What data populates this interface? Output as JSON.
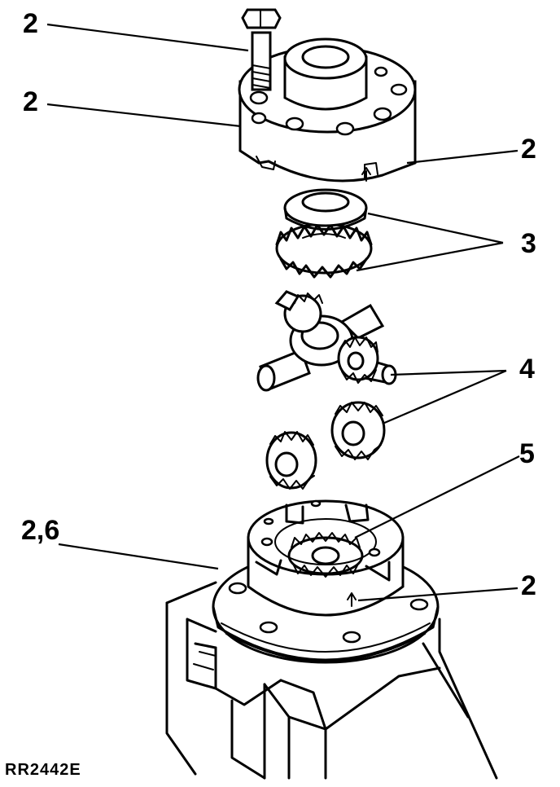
{
  "figure_id": "RR2442E",
  "callouts": {
    "bolt": "2",
    "case_top": "2",
    "case_mark": "2",
    "side_gear": "3",
    "pinions": "4",
    "ring_gear": "5",
    "housing": "2,6",
    "housing_mark": "2"
  },
  "colors": {
    "ink": "#000000",
    "paper": "#ffffff"
  }
}
